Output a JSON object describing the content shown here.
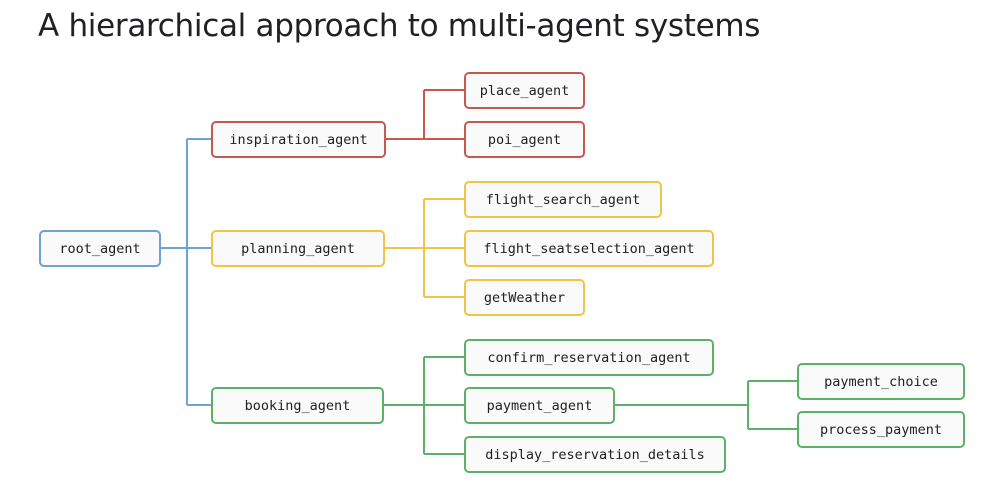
{
  "title": "A hierarchical approach to multi-agent systems",
  "colors": {
    "root": "#6fa0d6",
    "inspiration": "#c8574f",
    "planning": "#f0c445",
    "booking": "#5cb06a"
  },
  "nodes": {
    "root_agent": "root_agent",
    "inspiration_agent": "inspiration_agent",
    "place_agent": "place_agent",
    "poi_agent": "poi_agent",
    "planning_agent": "planning_agent",
    "flight_search_agent": "flight_search_agent",
    "flight_seatselection_agent": "flight_seatselection_agent",
    "getWeather": "getWeather",
    "booking_agent": "booking_agent",
    "confirm_reservation_agent": "confirm_reservation_agent",
    "payment_agent": "payment_agent",
    "display_reservation_details": "display_reservation_details",
    "payment_choice": "payment_choice",
    "process_payment": "process_payment"
  }
}
